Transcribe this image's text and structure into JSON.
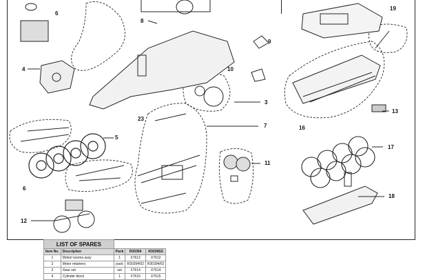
{
  "callouts": {
    "n3": "3",
    "n4": "4",
    "n5": "5",
    "n6a": "6",
    "n6b": "6",
    "n7": "7",
    "n8": "8",
    "n9": "9",
    "n10": "10",
    "n11": "11",
    "n12": "12",
    "n13": "13",
    "n16": "16",
    "n17": "17",
    "n18": "18",
    "n19": "19",
    "n23": "23"
  },
  "spares": {
    "title": "LIST OF SPARES",
    "headers": [
      "Item No.",
      "Description",
      "Pack",
      "R30394",
      "R3039SS"
    ],
    "rows": [
      [
        "1",
        "Motor/ worms assy",
        "1",
        "X7612",
        "X7612"
      ],
      [
        "2",
        "Motor retainers",
        "pack",
        "R30394/02",
        "R30394/02"
      ],
      [
        "3",
        "Gear set",
        "set",
        "X7614",
        "X7614"
      ],
      [
        "4",
        "Cylinder block",
        "1",
        "X7615",
        "X7615"
      ]
    ]
  }
}
